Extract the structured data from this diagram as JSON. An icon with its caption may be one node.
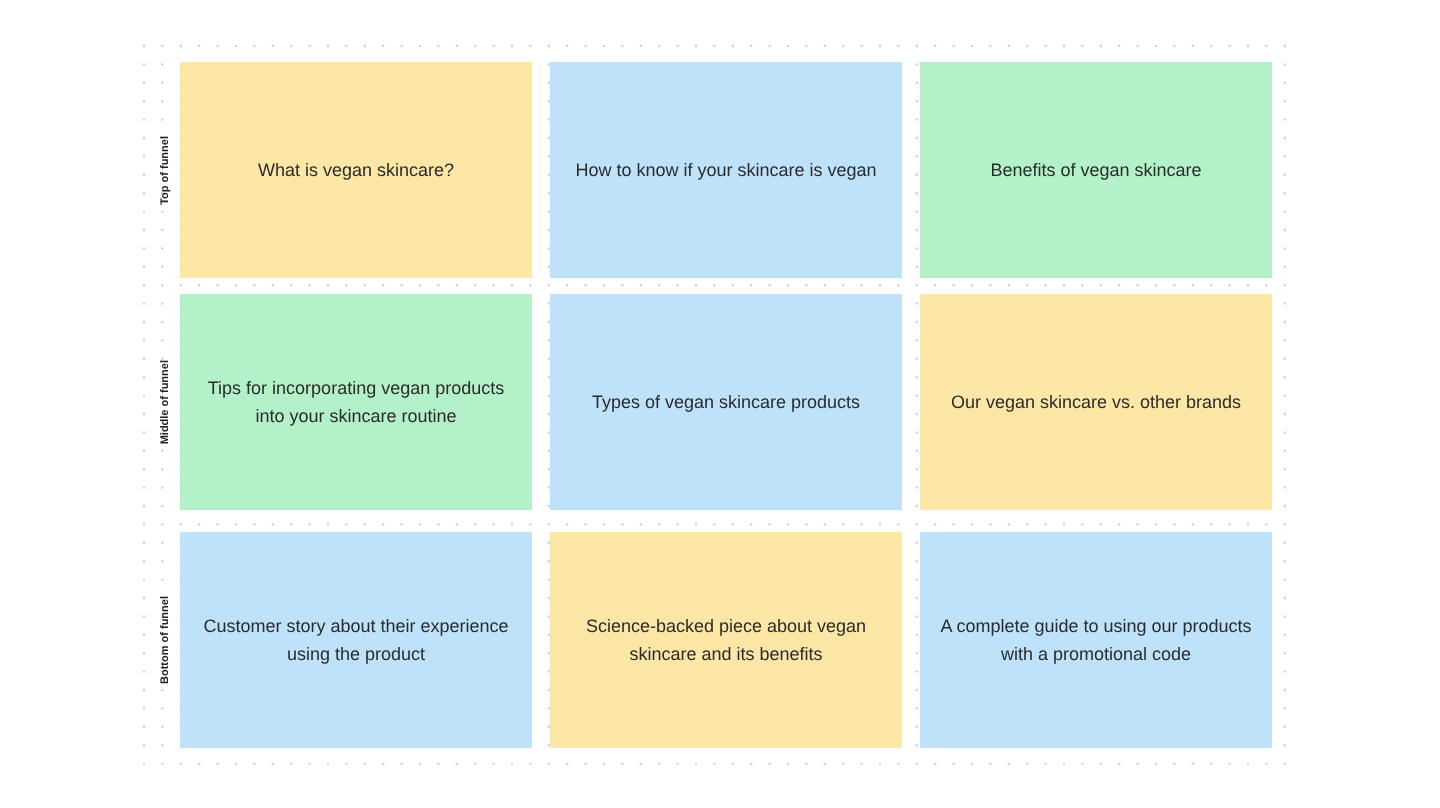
{
  "diagram": {
    "nodes": [
      {
        "text": [
          "What is vegan skincare?"
        ]
      },
      {
        "text": [
          "How to know if your skincare is vegan"
        ]
      },
      {
        "text": [
          "Benefits of vegan skincare"
        ]
      },
      {
        "text": [
          "Tips for incorporating vegan products into your skincare routine"
        ]
      },
      {
        "text": [
          "Types of vegan skincare products"
        ]
      },
      {
        "text": [
          "Our vegan skincare vs. other brands"
        ]
      },
      {
        "text": [
          "Customer story about their experience using the product"
        ]
      },
      {
        "text": [
          "Science-backed piece about vegan skincare and its benefits"
        ]
      },
      {
        "text": [
          "A complete guide to using our products with a promotional code"
        ]
      }
    ],
    "labels": [
      "Top of funnel",
      "Middle of funnel",
      "Bottom of funnel"
    ]
  }
}
